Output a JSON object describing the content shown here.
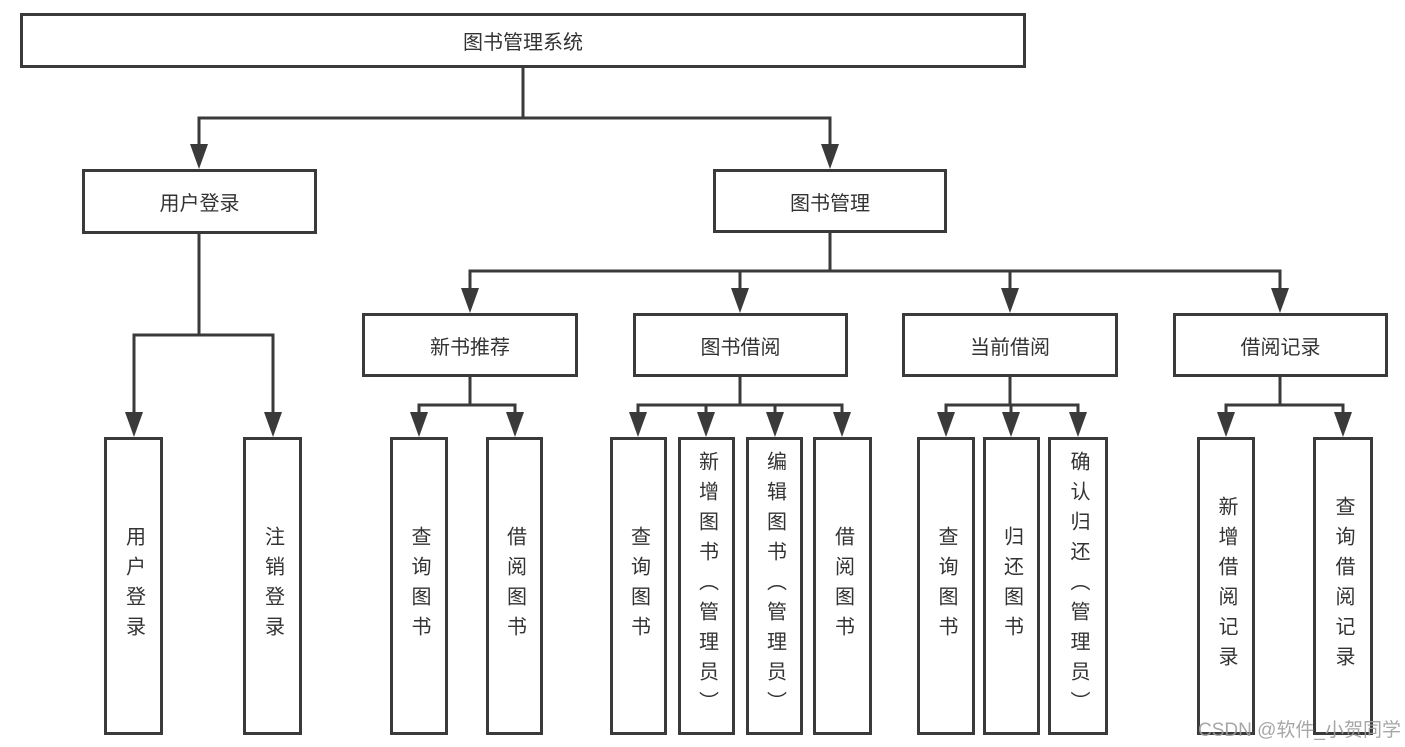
{
  "diagram_title": "图书管理系统",
  "nodes": {
    "root": "图书管理系统",
    "user_login": "用户登录",
    "book_mgmt": "图书管理",
    "new_book_rec": "新书推荐",
    "book_borrow": "图书借阅",
    "current_borrow": "当前借阅",
    "borrow_records": "借阅记录",
    "leaf_user_login": "用户登录",
    "leaf_logout": "注销登录",
    "leaf_nb_query": "查询图书",
    "leaf_nb_borrow": "借阅图书",
    "leaf_bb_query": "查询图书",
    "leaf_bb_add": "新增图书（管理员）",
    "leaf_bb_edit": "编辑图书（管理员）",
    "leaf_bb_borrow": "借阅图书",
    "leaf_cb_query": "查询图书",
    "leaf_cb_return": "归还图书",
    "leaf_cb_confirm": "确认归还（管理员）",
    "leaf_br_add": "新增借阅记录",
    "leaf_br_query": "查询借阅记录"
  },
  "hierarchy": {
    "图书管理系统": {
      "用户登录": [
        "用户登录",
        "注销登录"
      ],
      "图书管理": {
        "新书推荐": [
          "查询图书",
          "借阅图书"
        ],
        "图书借阅": [
          "查询图书",
          "新增图书（管理员）",
          "编辑图书（管理员）",
          "借阅图书"
        ],
        "当前借阅": [
          "查询图书",
          "归还图书",
          "确认归还（管理员）"
        ],
        "借阅记录": [
          "新增借阅记录",
          "查询借阅记录"
        ]
      }
    }
  },
  "watermark": "CSDN @软件_小贺同学",
  "colors": {
    "line": "#3a3a3a",
    "box_border": "#3a3a3a",
    "text": "#333333",
    "watermark": "#9e9e9e",
    "background": "#ffffff"
  }
}
